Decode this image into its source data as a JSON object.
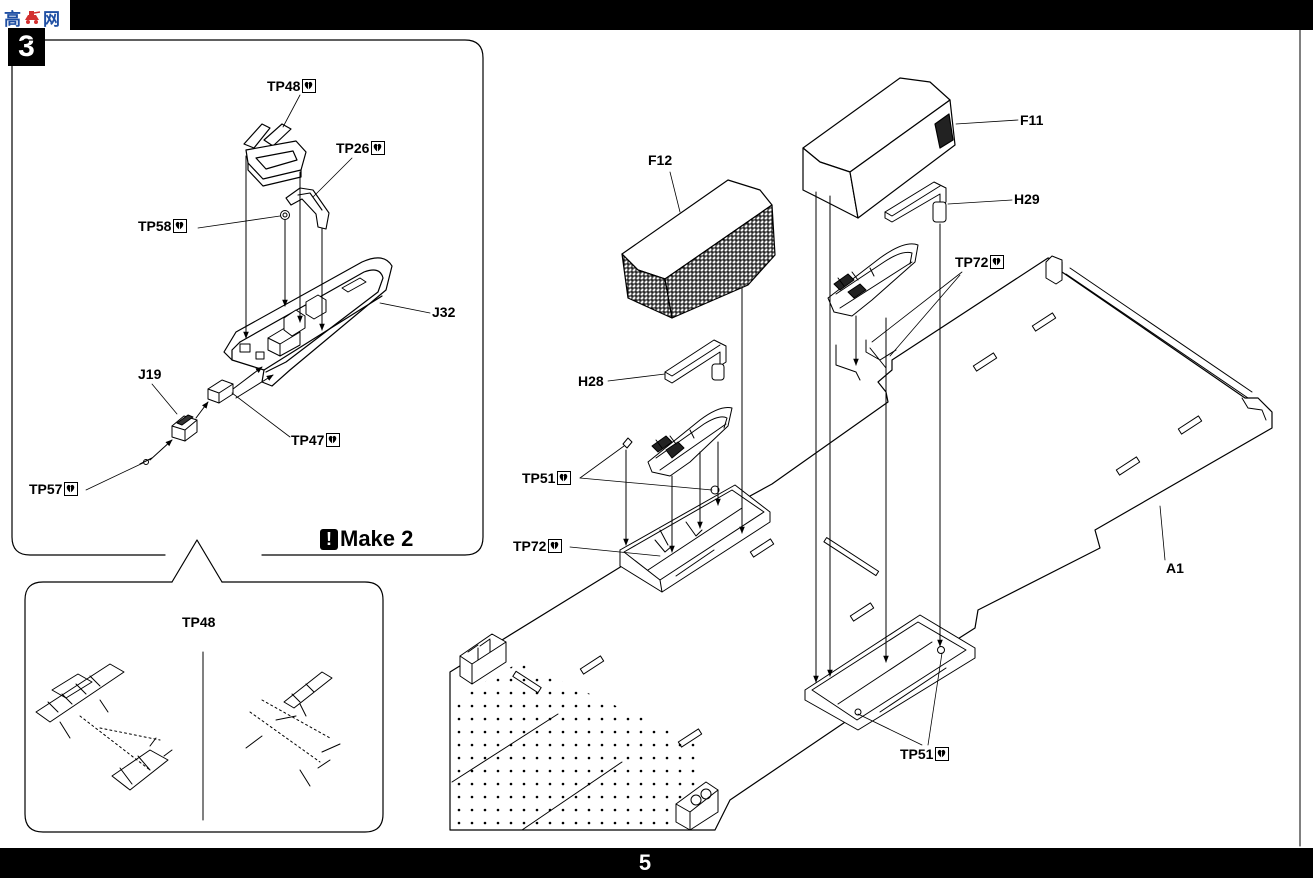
{
  "logo": {
    "char_left": "高",
    "char_right": "网"
  },
  "step_number": "3",
  "panel1": {
    "labels": {
      "tp48": "TP48",
      "tp26": "TP26",
      "tp58": "TP58",
      "j32": "J32",
      "j19": "J19",
      "tp47": "TP47",
      "tp57": "TP57"
    },
    "make_note": {
      "mark": "!",
      "text": "Make 2"
    }
  },
  "panel2": {
    "label": "TP48"
  },
  "main": {
    "labels": {
      "f11": "F11",
      "f12": "F12",
      "h29": "H29",
      "tp72_top": "TP72",
      "h28": "H28",
      "tp51_left": "TP51",
      "tp72_bottom": "TP72",
      "a1": "A1",
      "tp51_bottom": "TP51"
    }
  },
  "page_number": "5",
  "icons": {
    "photo_etch": "photo-etch-icon",
    "logo": "logo-icon"
  },
  "colors": {
    "bars": "#000000",
    "ink": "#000000",
    "logo_text": "#1f4fa3",
    "logo_accent": "#d32f2f"
  }
}
